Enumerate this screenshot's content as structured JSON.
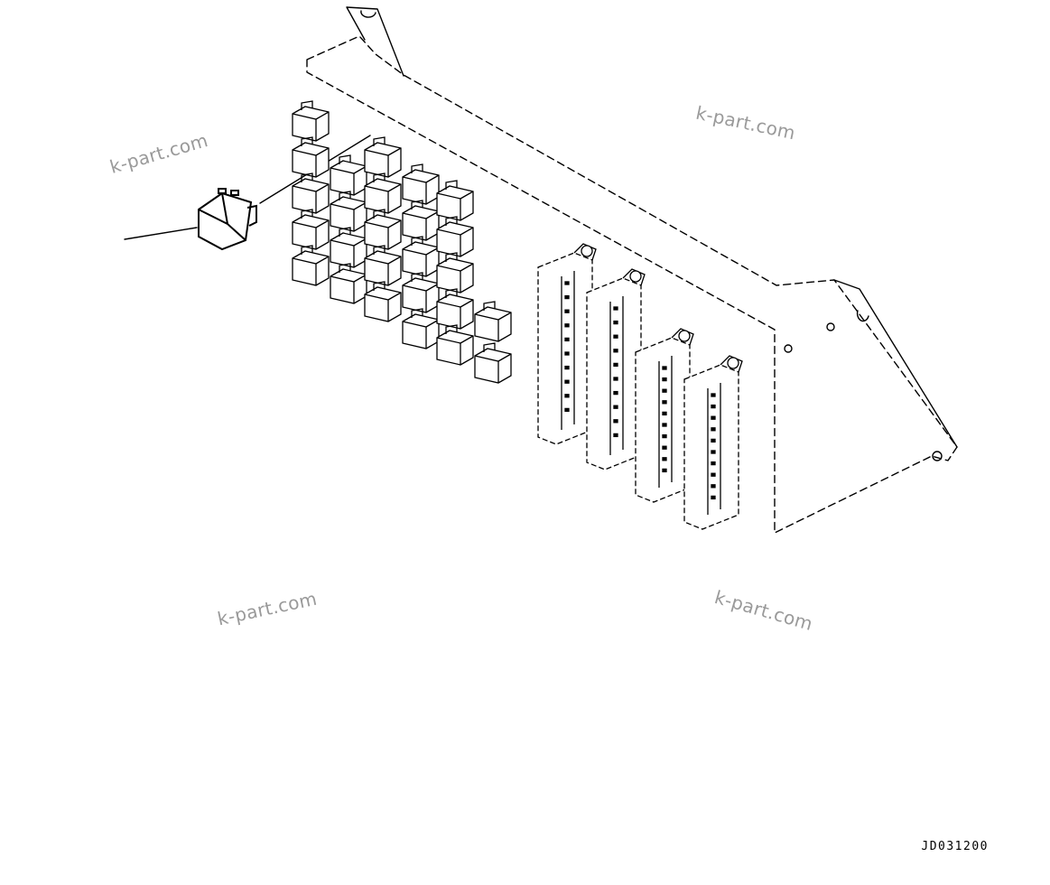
{
  "diagram": {
    "watermarks": [
      "k-part.com",
      "k-part.com",
      "k-part.com",
      "k-part.com"
    ],
    "drawing_code": "JD031200"
  }
}
